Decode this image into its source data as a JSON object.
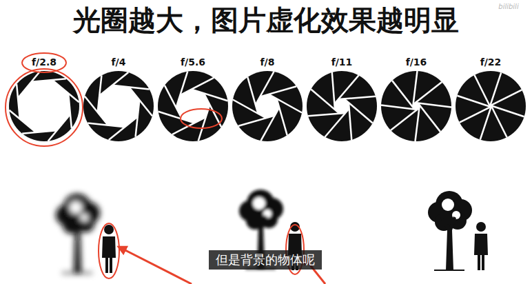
{
  "diagram": {
    "title": "光圈越大，图片虚化效果越明显",
    "nodes": [
      {
        "text": [
          "f/2.8"
        ]
      },
      {
        "text": [
          "f/4"
        ]
      },
      {
        "text": [
          "f/5.6"
        ]
      },
      {
        "text": [
          "f/8"
        ]
      },
      {
        "text": [
          "f/11"
        ]
      },
      {
        "text": [
          "f/16"
        ]
      },
      {
        "text": [
          "f/22"
        ]
      }
    ],
    "labels": [
      "bilibili",
      "但是背景的物体呢"
    ]
  }
}
